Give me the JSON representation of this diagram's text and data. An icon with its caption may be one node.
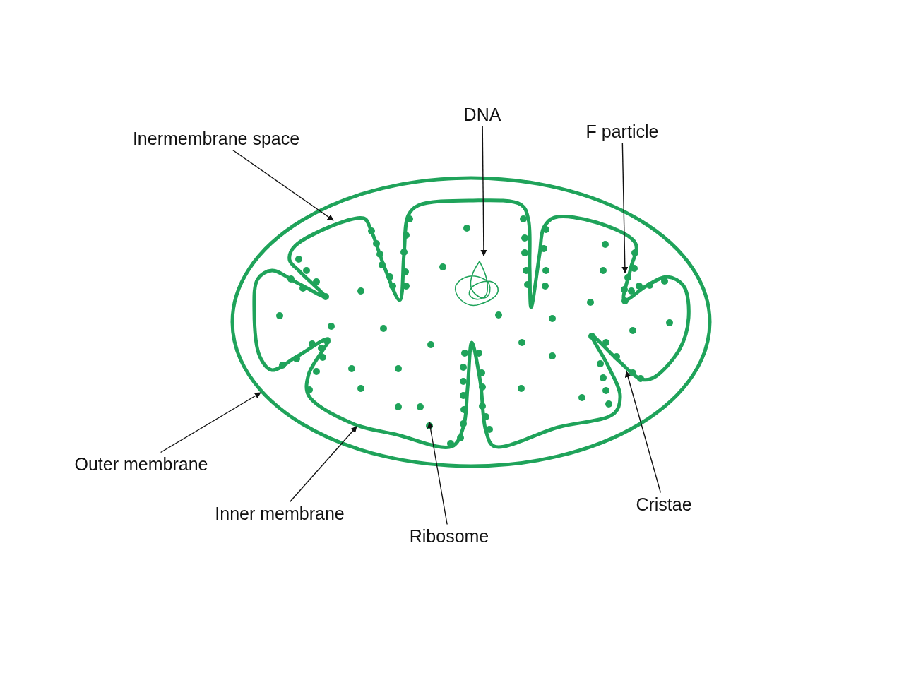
{
  "diagram": {
    "nodes": [
      {
        "text": [
          "DNA"
        ]
      },
      {
        "text": [
          "Inermembrane space"
        ]
      },
      {
        "text": [
          "F particle"
        ]
      },
      {
        "text": [
          "Outer membrane"
        ]
      },
      {
        "text": [
          "Inner membrane"
        ]
      },
      {
        "text": [
          "Cristae"
        ]
      },
      {
        "text": [
          "Ribosome"
        ]
      }
    ],
    "edges": [
      {
        "from": 0,
        "to": null,
        "arrow": "to"
      },
      {
        "from": 1,
        "to": null,
        "arrow": "to"
      },
      {
        "from": 2,
        "to": null,
        "arrow": "to"
      },
      {
        "from": 3,
        "to": null,
        "arrow": "to"
      },
      {
        "from": 4,
        "to": null,
        "arrow": "to"
      },
      {
        "from": 5,
        "to": null,
        "arrow": "to"
      },
      {
        "from": 6,
        "to": null,
        "arrow": "to"
      }
    ]
  }
}
